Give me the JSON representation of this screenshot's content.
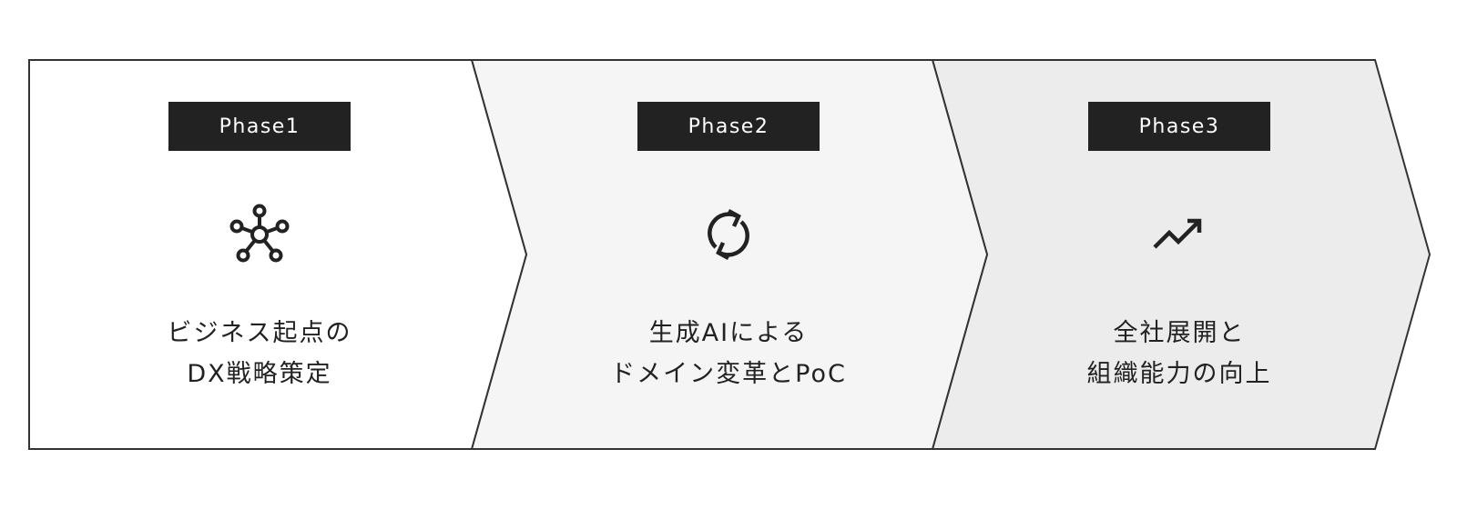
{
  "colors": {
    "outline": "#333333",
    "badge_bg": "#222222",
    "badge_text": "#ffffff",
    "phase1_fill": "#ffffff",
    "phase2_fill": "#f5f5f5",
    "phase3_fill": "#ececec",
    "text": "#222222"
  },
  "phases": [
    {
      "badge": "Phase1",
      "icon": "hub-network-icon",
      "lines": [
        "ビジネス起点の",
        "DX戦略策定"
      ]
    },
    {
      "badge": "Phase2",
      "icon": "refresh-cycle-icon",
      "lines": [
        "生成AIによる",
        "ドメイン変革とPoC"
      ]
    },
    {
      "badge": "Phase3",
      "icon": "trending-up-icon",
      "lines": [
        "全社展開と",
        "組織能力の向上"
      ]
    }
  ]
}
